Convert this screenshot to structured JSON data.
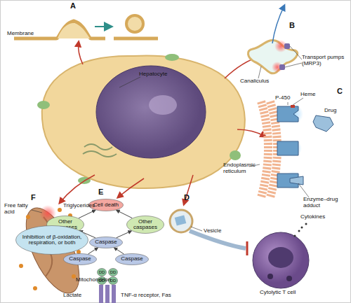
{
  "diagram": {
    "nodes": [
      {
        "text": [
          "Cell death"
        ]
      },
      {
        "text": [
          "Other caspases"
        ]
      },
      {
        "text": [
          "Other caspases"
        ]
      },
      {
        "text": [
          "Caspase"
        ]
      },
      {
        "text": [
          "Caspase"
        ]
      },
      {
        "text": [
          "Caspase"
        ]
      },
      {
        "text": [
          "DD"
        ]
      },
      {
        "text": [
          "DD"
        ]
      },
      {
        "text": [
          "DD"
        ]
      },
      {
        "text": [
          "DD"
        ]
      },
      {
        "text": [
          "Inhibition of β-oxidation, respiration, or both"
        ]
      }
    ],
    "edges": [
      {
        "from": 3,
        "to": 1,
        "arrow": "to"
      },
      {
        "from": 3,
        "to": 2,
        "arrow": "to"
      },
      {
        "from": 1,
        "to": 0,
        "arrow": "to"
      },
      {
        "from": 2,
        "to": 0,
        "arrow": "to"
      },
      {
        "from": 4,
        "to": 3,
        "arrow": "to"
      },
      {
        "from": 5,
        "to": 3,
        "arrow": "to"
      }
    ],
    "labels": [
      "A",
      "Membrane",
      "Hepatocyte",
      "B",
      "Transport pumps (MRP3)",
      "Canaliculus",
      "C",
      "P-450",
      "Heme",
      "Drug",
      "Endoplasmic reticulum",
      "Enzyme–drug adduct",
      "D",
      "Vesicle",
      "Cytokines",
      "Cytolytic T cell",
      "E",
      "TNF-α receptor, Fas",
      "F",
      "Free fatty acid",
      "Triglycerides",
      "Mitochondrion",
      "Lactate"
    ]
  }
}
